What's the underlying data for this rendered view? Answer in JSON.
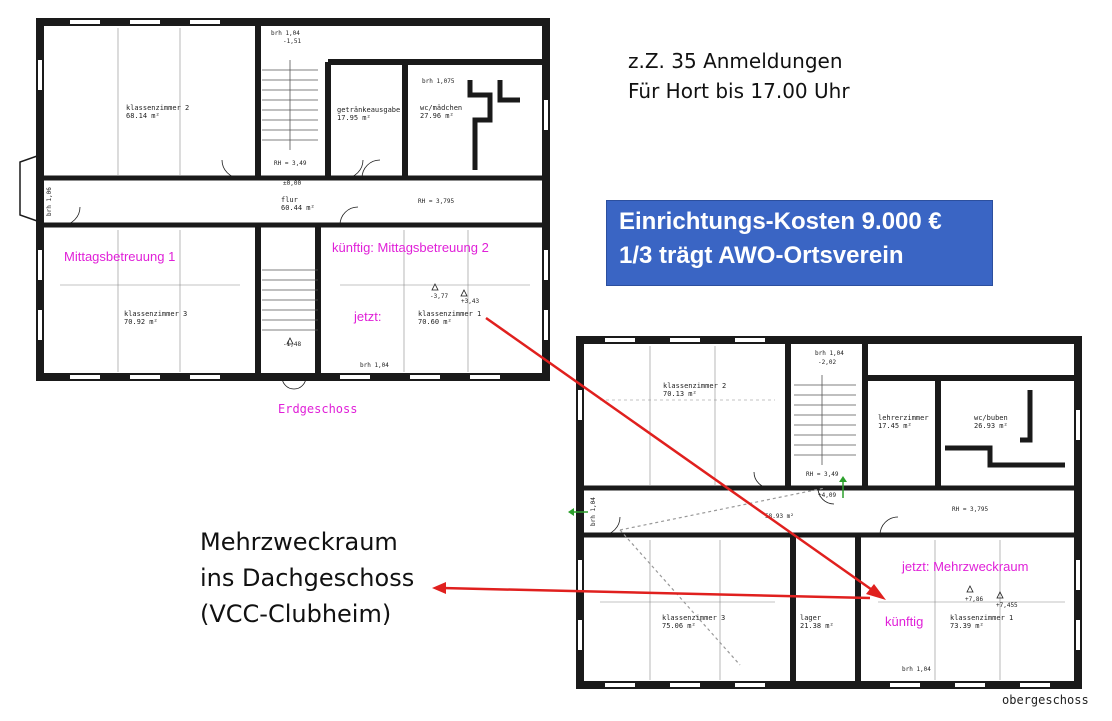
{
  "notes": {
    "registrations": "z.Z. 35 Anmeldungen",
    "hort_hours": "Für Hort bis 17.00 Uhr"
  },
  "cost_box": {
    "line1": "Einrichtungs-Kosten 9.000 €",
    "line2": "1/3 trägt AWO-Ortsverein"
  },
  "multipurpose_note": {
    "line1": "Mehrzweckraum",
    "line2": "ins Dachgeschoss",
    "line3": "(VCC-Clubheim)"
  },
  "ground_floor": {
    "caption": "Erdgeschoss",
    "rooms": {
      "klassenzimmer2": "klassenzimmer 2\n68.14 m²",
      "getraenke": "getränkeausgabe\n17.95 m²",
      "wc_maedchen": "wc/mädchen\n27.96 m²",
      "flur": "flur\n60.44 m²",
      "klassenzimmer3": "klassenzimmer 3\n70.92 m²",
      "klassenzimmer1": "klassenzimmer 1\n70.60 m²"
    },
    "small": {
      "brh_top": "brh 1,04",
      "lvl_top": "-1,51",
      "brh_wc": "brh 1,075",
      "rh_stair": "RH = 3,49",
      "lvl_flur": "±0,00",
      "rh_right": "RH = 3,795",
      "brh_left": "brh 1,06",
      "lvl_k1a": "-3,77",
      "lvl_k1b": "+3,43",
      "lvl_bottom": "-1,48",
      "brh_bottom": "brh 1,04"
    },
    "annotations": {
      "mittag1": "Mittagsbetreuung 1",
      "mittag2": "künftig: Mittagsbetreuung 2",
      "jetzt": "jetzt:"
    }
  },
  "upper_floor": {
    "caption": "obergeschoss",
    "rooms": {
      "klassenzimmer2": "klassenzimmer 2\n70.13 m²",
      "lehrerzimmer": "lehrerzimmer\n17.45 m²",
      "wc_buben": "wc/buben\n26.93 m²",
      "klassenzimmer3": "klassenzimmer 3\n75.06 m²",
      "lager": "lager\n21.38 m²",
      "klassenzimmer1": "klassenzimmer 1\n73.39 m²",
      "flur_area": "58.93 m²"
    },
    "small": {
      "brh_top": "brh 1,04",
      "lvl_top": "-2,02",
      "rh_stair": "RH = 3,49",
      "lvl_flur": "+4,09",
      "rh_right": "RH = 3,795",
      "brh_left": "brh 1,04",
      "lvl_k1a": "+7,86",
      "lvl_k1b": "+7,455",
      "brh_bottom": "brh 1,04"
    },
    "annotations": {
      "jetzt": "jetzt: Mehrzweckraum",
      "kuenftig": "künftig"
    }
  },
  "colors": {
    "wall": "#1a1a1a",
    "annotation": "#e020d8",
    "arrow": "#e0201e",
    "box": "#3a65c4",
    "green_arrow": "#2ca02c"
  }
}
